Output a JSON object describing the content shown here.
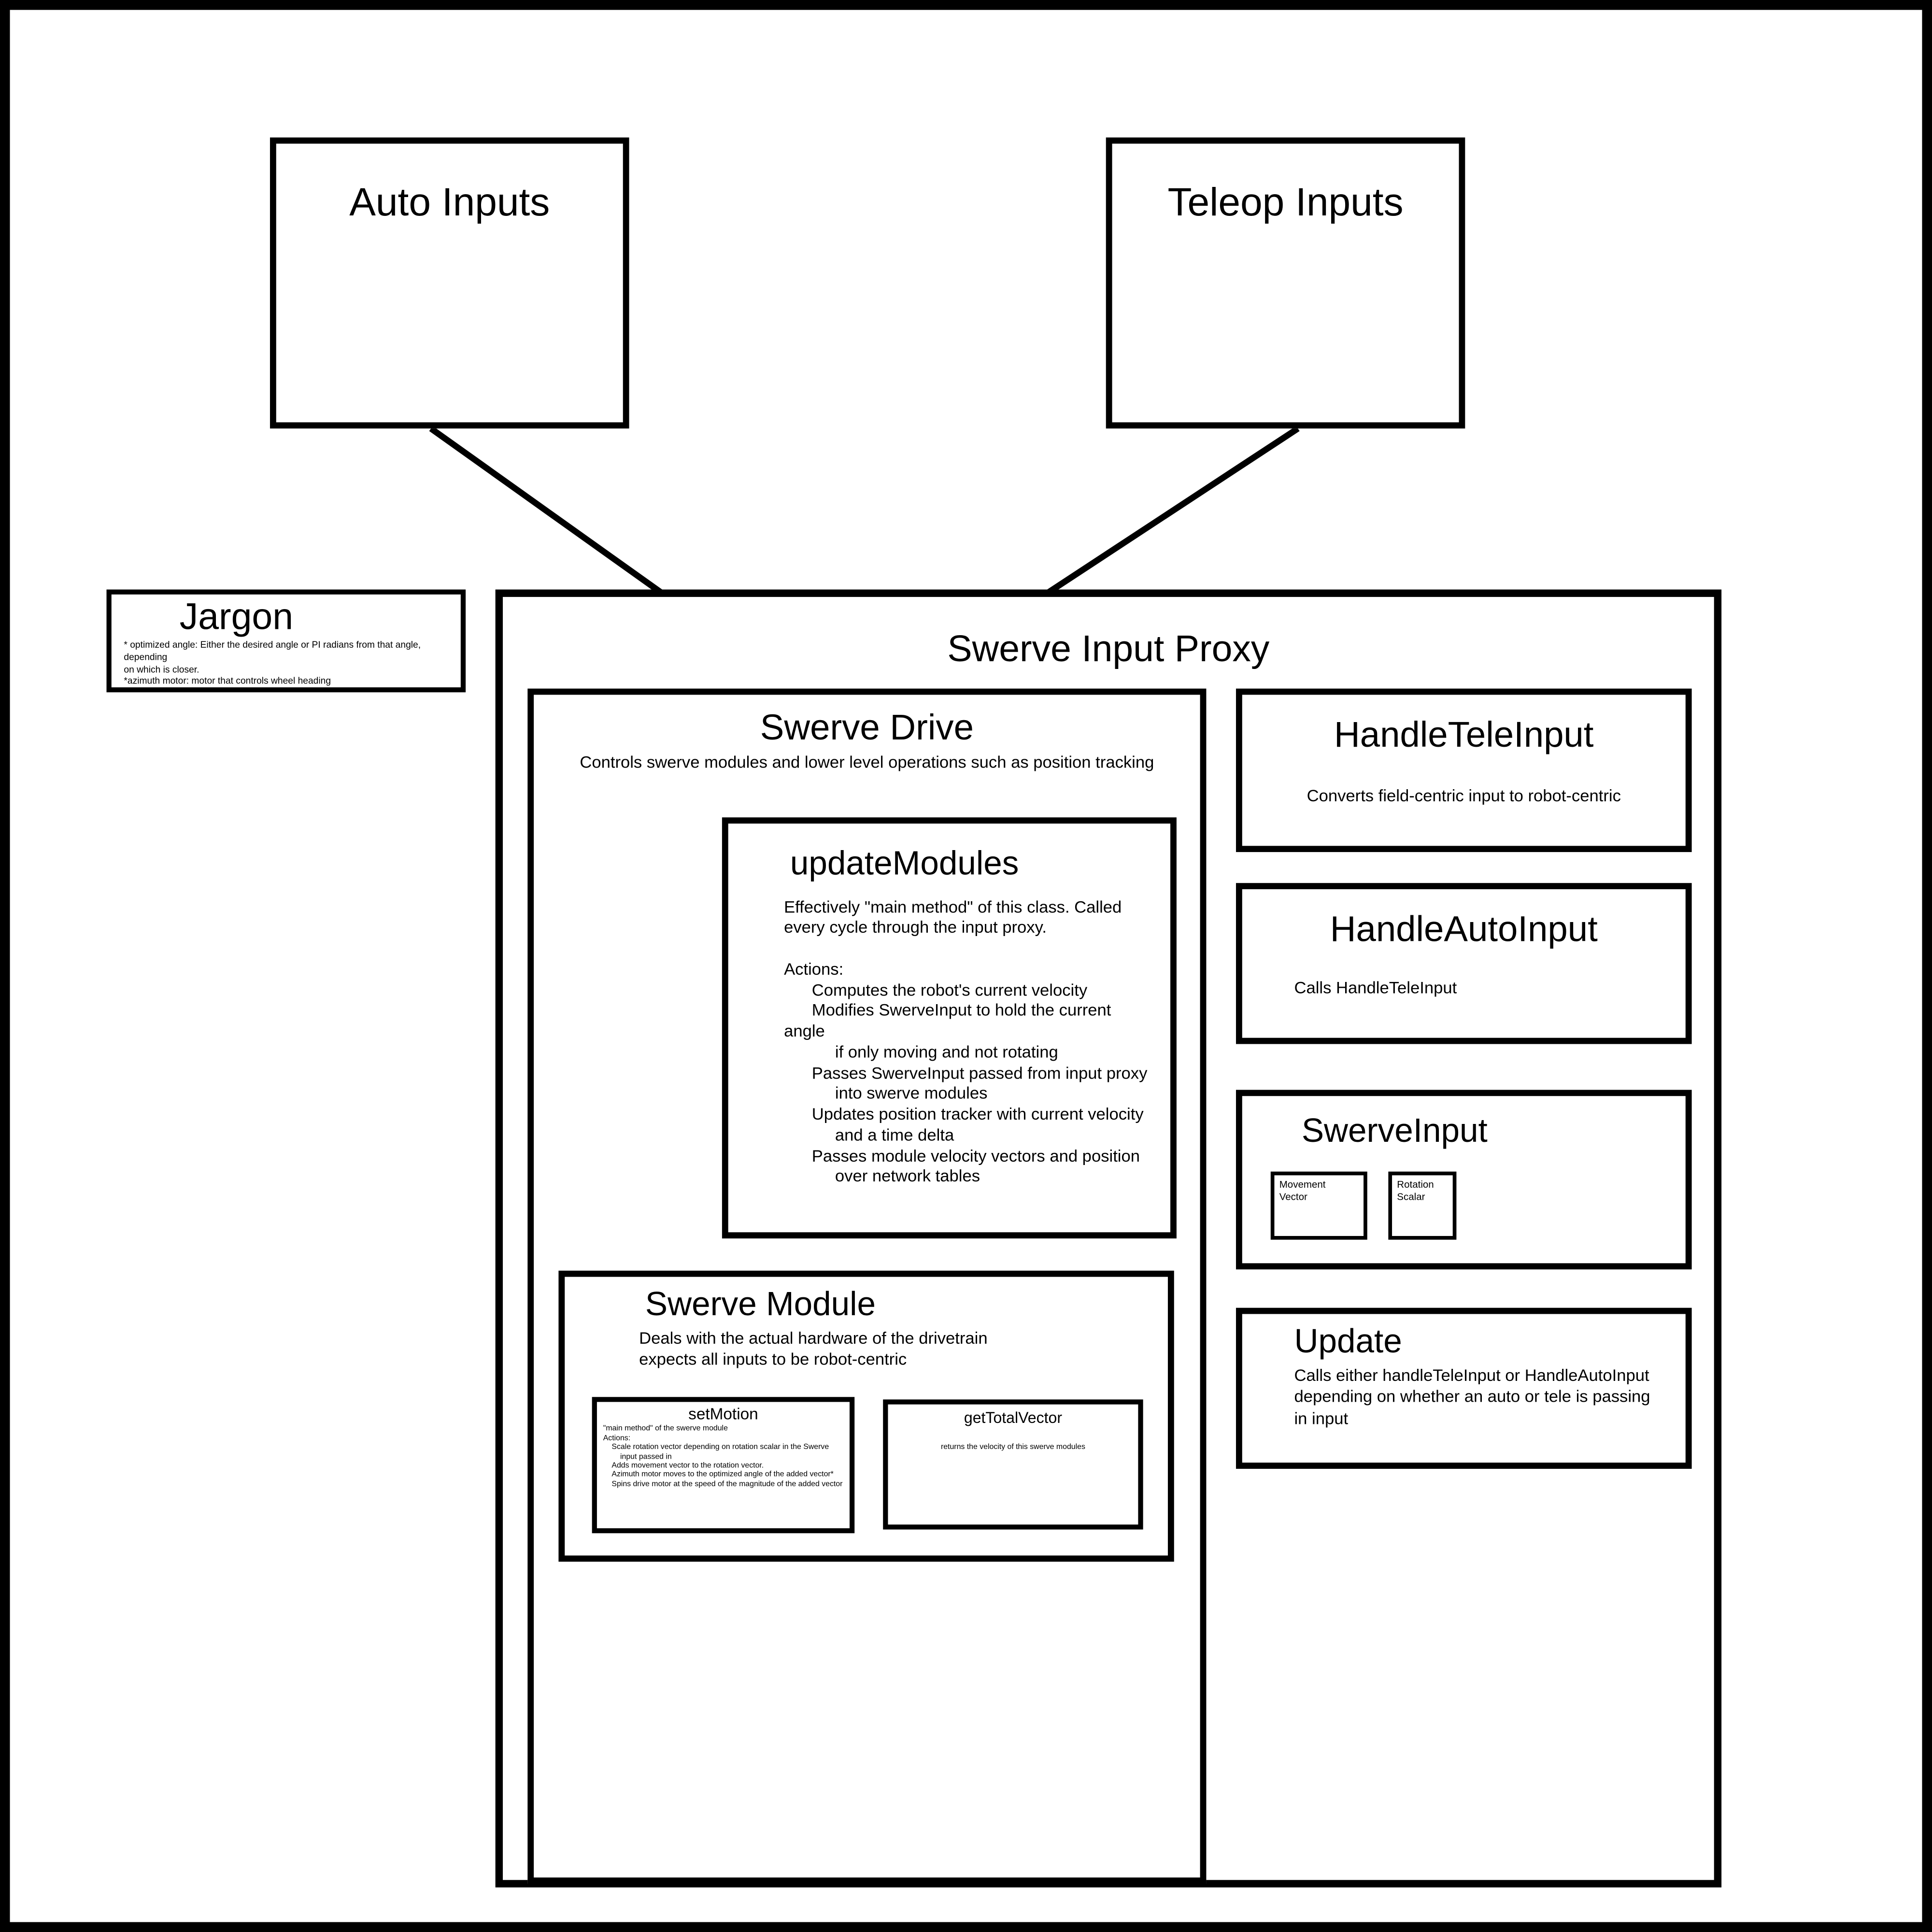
{
  "diagram": {
    "colors": {
      "background": "#ffffff",
      "border": "#000000",
      "text": "#000000"
    },
    "auto_inputs": {
      "title": "Auto Inputs"
    },
    "teleop_inputs": {
      "title": "Teleop Inputs"
    },
    "jargon": {
      "title": "Jargon",
      "body": "* optimized angle: Either the desired angle or PI radians from that angle, depending\non which is closer.\n*azimuth motor: motor that controls wheel heading"
    },
    "proxy": {
      "title": "Swerve Input Proxy",
      "swerve_drive": {
        "title": "Swerve Drive",
        "description": "Controls swerve modules and lower level operations such as position tracking",
        "update_modules": {
          "title": "updateModules",
          "body": "Effectively \"main method\" of this class. Called\nevery cycle through the input proxy.\n\nActions:\n      Computes the robot's current velocity\n      Modifies SwerveInput to hold the current angle\n           if only moving and not rotating\n      Passes SwerveInput passed from input proxy\n           into swerve modules\n      Updates position tracker with current velocity\n           and a time delta\n      Passes module velocity vectors and position\n           over network tables"
        },
        "swerve_module": {
          "title": "Swerve Module",
          "description": "Deals with the actual hardware of the drivetrain\nexpects all inputs to be robot-centric",
          "set_motion": {
            "title": "setMotion",
            "body": "\"main method\" of the swerve module\nActions:\n    Scale rotation vector depending on rotation scalar in the Swerve\n        input passed in\n    Adds movement vector to the rotation vector.\n    Azimuth motor moves to the optimized angle of the added vector*\n    Spins drive motor at the speed of the magnitude of the added vector"
          },
          "get_total_vector": {
            "title": "getTotalVector",
            "body": "returns the velocity of this swerve modules"
          }
        }
      },
      "handle_tele_input": {
        "title": "HandleTeleInput",
        "description": "Converts field-centric input to robot-centric"
      },
      "handle_auto_input": {
        "title": "HandleAutoInput",
        "description": "Calls HandleTeleInput"
      },
      "swerve_input": {
        "title": "SwerveInput",
        "movement_vector": "Movement\nVector",
        "rotation_scalar": "Rotation\nScalar"
      },
      "update": {
        "title": "Update",
        "description": "Calls either handleTeleInput or HandleAutoInput\ndepending on whether an auto or tele is passing\nin input"
      }
    }
  }
}
